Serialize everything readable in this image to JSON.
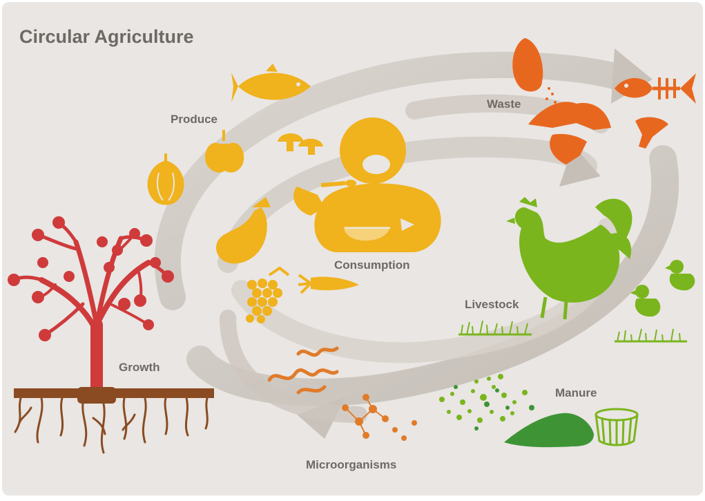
{
  "title": "Circular Agriculture",
  "stages": {
    "produce": "Produce",
    "consumption": "Consumption",
    "waste": "Waste",
    "livestock": "Livestock",
    "manure": "Manure",
    "microorganisms": "Microorganisms",
    "growth": "Growth"
  },
  "colors": {
    "background": "#e9e6e3",
    "arrows": "#cfc9c3",
    "produce_consumption": "#f0b21d",
    "waste": "#e8671f",
    "livestock_manure": "#7ab51d",
    "manure_dark": "#3e9435",
    "microorganisms": "#e07b2a",
    "growth_tree": "#cf3a3b",
    "roots": "#8a4b22",
    "label_text": "#6d6964"
  }
}
